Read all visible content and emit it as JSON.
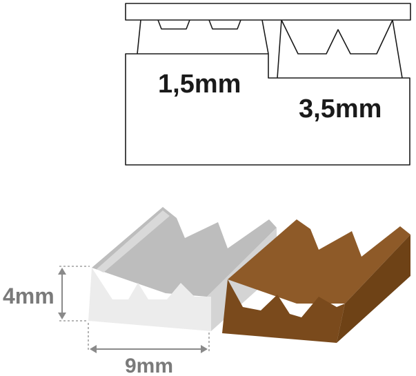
{
  "labels": {
    "gap_small": "1,5mm",
    "gap_large": "3,5mm",
    "height": "4mm",
    "width": "9mm"
  },
  "colors": {
    "outline": "#1a1a1a",
    "white_profile": "#e6e6e6",
    "white_profile_top": "#bdbdbd",
    "brown_profile": "#7a4a1c",
    "brown_profile_top": "#8e5a28",
    "dimension": "#8a8a8a"
  }
}
